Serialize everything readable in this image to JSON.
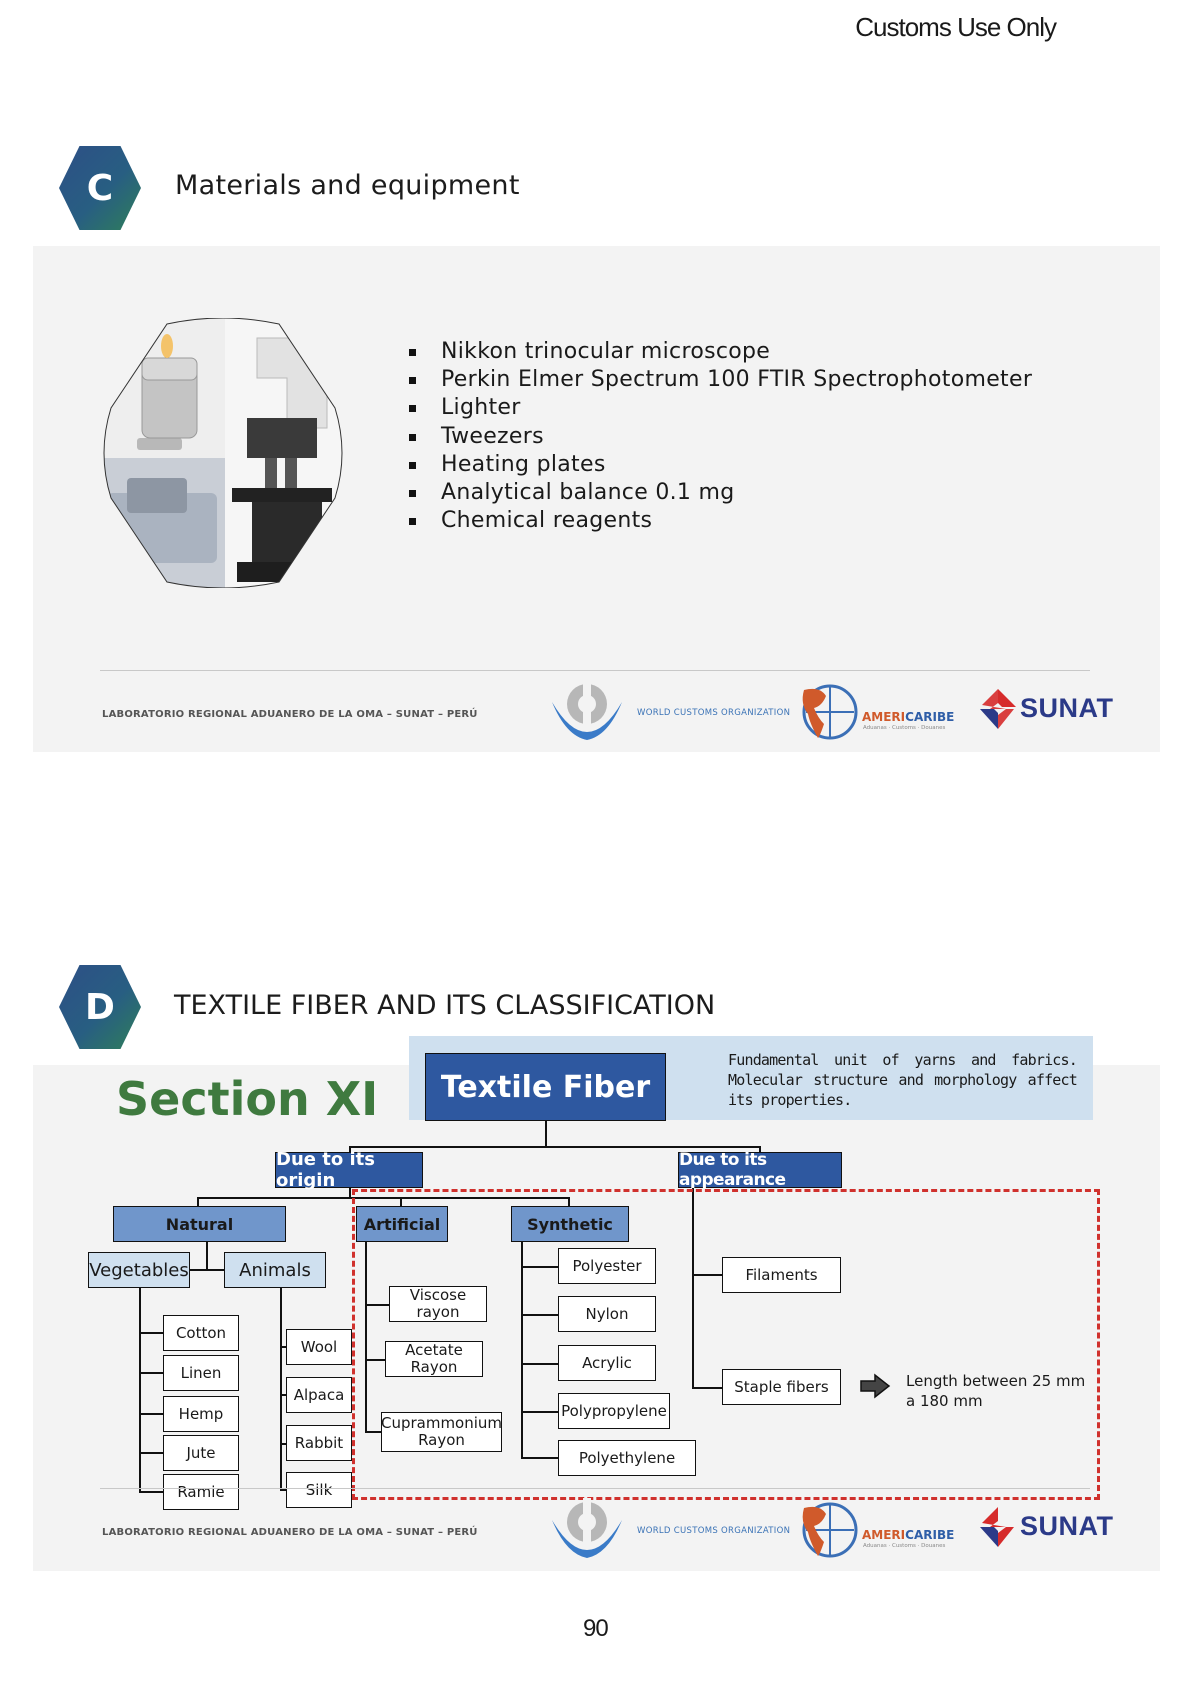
{
  "header": {
    "customs_label": "Customs Use Only"
  },
  "section_c": {
    "badge": "C",
    "title": "Materials and equipment",
    "items": [
      "Nikkon trinocular microscope",
      "Perkin Elmer Spectrum 100 FTIR Spectrophotometer",
      "Lighter",
      "Tweezers",
      "Heating plates",
      "Analytical balance 0.1 mg",
      "Chemical reagents"
    ]
  },
  "footer": {
    "lab": "LABORATORIO REGIONAL ADUANERO DE LA OMA – SUNAT – PERÚ",
    "wco": "WORLD CUSTOMS ORGANIZATION",
    "americaribe_a": "AMERI",
    "americaribe_b": "CARIBE",
    "americaribe_sub": "Aduanas · Customs · Douanes",
    "sunat": "SUNAT"
  },
  "section_d": {
    "badge": "D",
    "title": "TEXTILE FIBER AND ITS CLASSIFICATION",
    "section_label": "Section XI",
    "root": "Textile Fiber",
    "definition": "Fundamental unit of yarns and fabrics. Molecular structure and morphology affect its properties.",
    "origin": "Due to its origin",
    "appearance": "Due to its appearance",
    "natural": "Natural",
    "artificial": "Artificial",
    "synthetic": "Synthetic",
    "vegetables": "Vegetables",
    "animals": "Animals",
    "veg_items": [
      "Cotton",
      "Linen",
      "Hemp",
      "Jute",
      "Ramie"
    ],
    "animal_items": [
      "Wool",
      "Alpaca",
      "Rabbit",
      "Silk"
    ],
    "artificial_items": [
      "Viscose rayon",
      "Acetate Rayon",
      "Cuprammonium Rayon"
    ],
    "synthetic_items": [
      "Polyester",
      "Nylon",
      "Acrylic",
      "Polypropylene",
      "Polyethylene"
    ],
    "filaments": "Filaments",
    "staple": "Staple fibers",
    "staple_note": "Length between 25 mm a 180 mm"
  },
  "page_number": "90"
}
